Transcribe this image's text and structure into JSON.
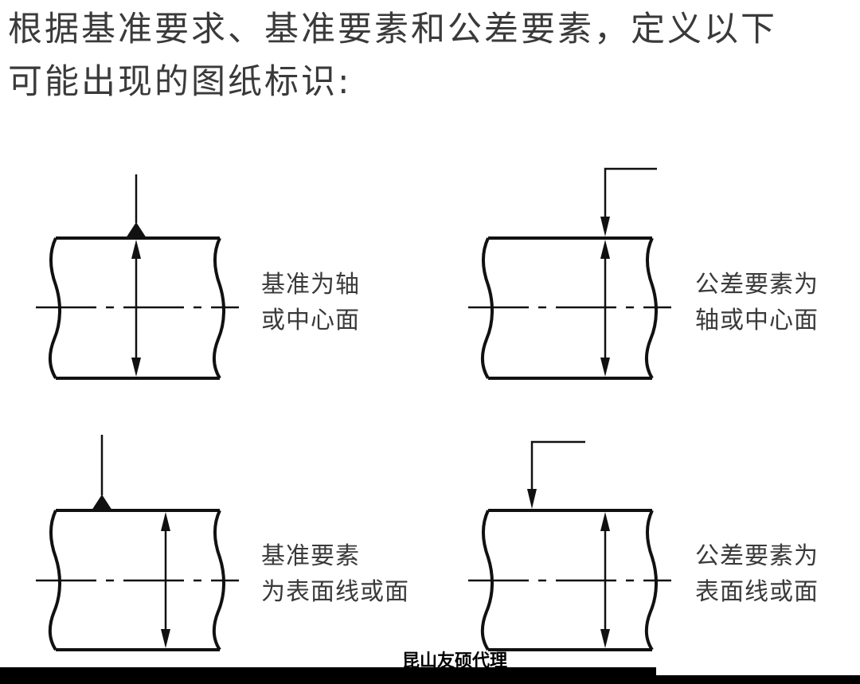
{
  "heading": {
    "line1": "根据基准要求、基准要素和公差要素，定义以下",
    "line2": "可能出现的图纸标识:"
  },
  "panels": [
    {
      "label_line1": "基准为轴",
      "label_line2": "或中心面"
    },
    {
      "label_line1": "公差要素为",
      "label_line2": "轴或中心面"
    },
    {
      "label_line1": "基准要素",
      "label_line2": "为表面线或面"
    },
    {
      "label_line1": "公差要素为",
      "label_line2": "表面线或面"
    }
  ],
  "footer": {
    "caption": "昆山友硕代理"
  },
  "colors": {
    "line": "#111111",
    "text": "#3a3a3a",
    "background": "#ffffff",
    "footer_bar": "#000000"
  }
}
